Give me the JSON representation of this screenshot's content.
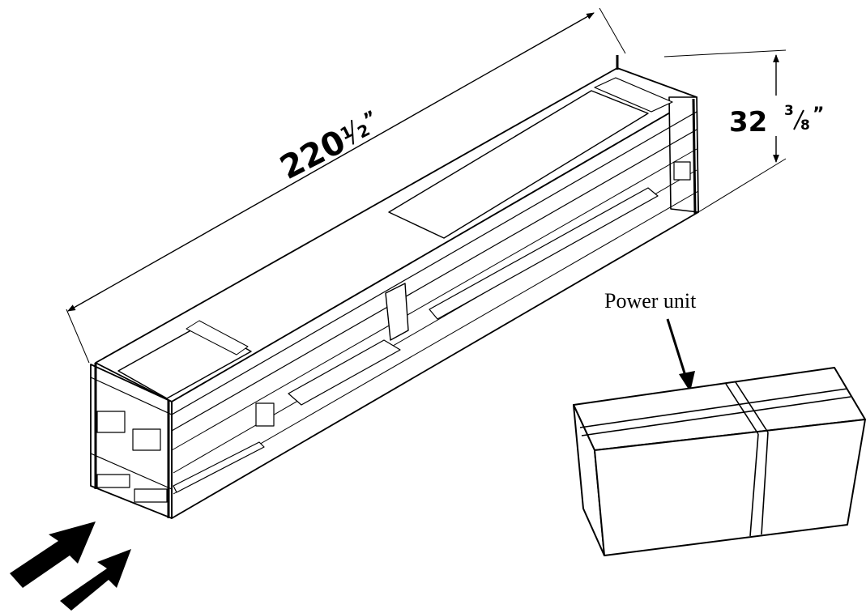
{
  "dimensions": {
    "length": {
      "whole": "220",
      "numerator": "1",
      "denominator": "2",
      "unit": "”"
    },
    "height": {
      "whole": "32",
      "numerator": "3",
      "denominator": "8",
      "unit": "”"
    }
  },
  "labels": {
    "power_unit": "Power unit"
  },
  "colors": {
    "ink": "#000000",
    "background": "#ffffff"
  },
  "icons": {
    "direction": "double-arrow-icon",
    "pointer": "arrow-down-icon"
  }
}
